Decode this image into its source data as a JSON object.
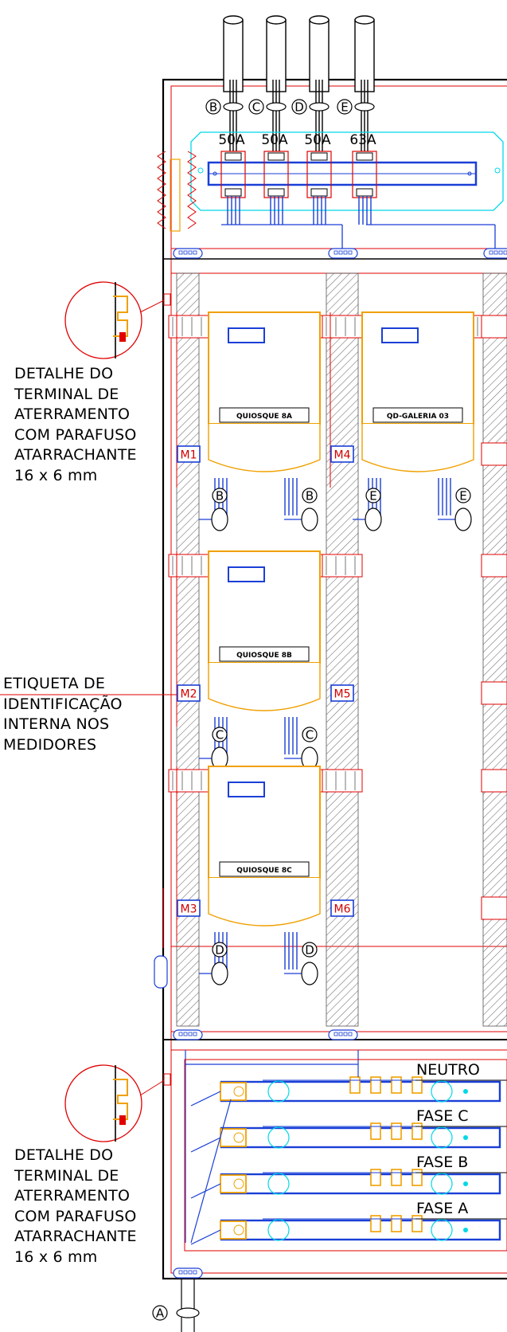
{
  "incoming_feeders": [
    {
      "phase": "B",
      "rating": "50A"
    },
    {
      "phase": "C",
      "rating": "50A"
    },
    {
      "phase": "D",
      "rating": "50A"
    },
    {
      "phase": "E",
      "rating": "63A"
    }
  ],
  "meters": [
    {
      "tag": "M1",
      "name": "QUIOSQUE 8A",
      "circuit": "B"
    },
    {
      "tag": "M2",
      "name": "QUIOSQUE 8B",
      "circuit": "C"
    },
    {
      "tag": "M3",
      "name": "QUIOSQUE 8C",
      "circuit": "D"
    },
    {
      "tag": "M4",
      "name": "QD-GALERIA 03",
      "circuit": "E"
    },
    {
      "tag": "M5",
      "name": "",
      "circuit": ""
    },
    {
      "tag": "M6",
      "name": "",
      "circuit": ""
    }
  ],
  "busbars": [
    "NEUTRO",
    "FASE C",
    "FASE B",
    "FASE A"
  ],
  "main_input_circuit": "A",
  "annotations": {
    "grounding_top": [
      "DETALHE DO",
      "TERMINAL DE",
      "ATERRAMENTO",
      "COM PARAFUSO",
      "ATARRACHANTE",
      "16 x 6 mm"
    ],
    "label_note": [
      "ETIQUETA DE",
      "IDENTIFICAÇÃO",
      "INTERNA NOS",
      "MEDIDORES"
    ],
    "grounding_bottom": [
      "DETALHE DO",
      "TERMINAL DE",
      "ATERRAMENTO",
      "COM PARAFUSO",
      "ATARRACHANTE",
      "16 x 6 mm"
    ]
  },
  "colors": {
    "frame": "#000000",
    "inner_border": "#e00000",
    "cable": "#1a3fd6",
    "meter_outline": "#f0a000",
    "din_rail_panel": "#00d8e8",
    "hatch": "#777777",
    "tag_text": "#d00000"
  }
}
